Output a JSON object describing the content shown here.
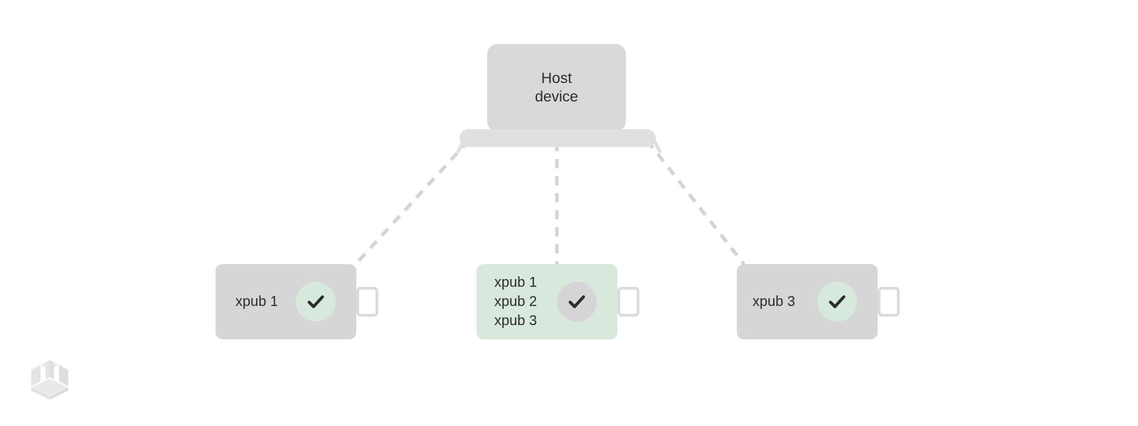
{
  "diagram": {
    "title_text": "Host device",
    "host": {
      "label": "Host\ndevice",
      "icon": "laptop-icon"
    },
    "connections": [
      {
        "from": "host",
        "to": "device-1",
        "style": "dashed"
      },
      {
        "from": "host",
        "to": "device-2",
        "style": "dashed"
      },
      {
        "from": "host",
        "to": "device-3",
        "style": "dashed"
      }
    ],
    "devices": [
      {
        "id": "device-1",
        "label": "xpub 1",
        "card_color": "#d6d6d6",
        "circle_color": "#d7e8dc",
        "status_icon": "check-icon",
        "highlighted": false
      },
      {
        "id": "device-2",
        "label": "xpub 1\nxpub 2\nxpub 3",
        "card_color": "#d8e8dc",
        "circle_color": "#d6d4d6",
        "status_icon": "check-icon",
        "highlighted": true
      },
      {
        "id": "device-3",
        "label": "xpub 3",
        "card_color": "#d6d6d6",
        "circle_color": "#d7e8dc",
        "status_icon": "check-icon",
        "highlighted": false
      }
    ],
    "colors": {
      "background": "#ffffff",
      "card_gray": "#d6d6d6",
      "card_green": "#d8e8dc",
      "mint": "#d7e8dc",
      "line": "#d4d4d4",
      "text": "#2b2b2b",
      "logo": "#e2e2e2"
    },
    "logo": {
      "name": "cube-logo"
    }
  }
}
